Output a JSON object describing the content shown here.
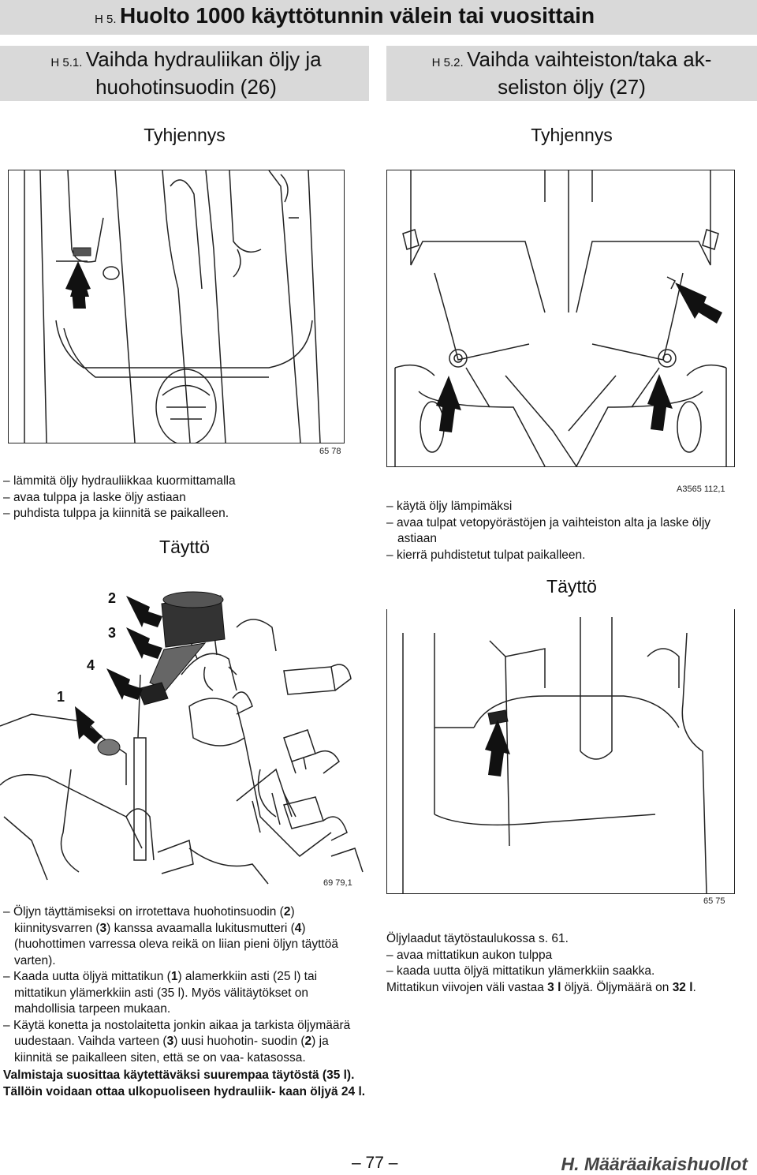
{
  "header": {
    "prefix": "H 5.",
    "title": "Huolto 1000 käyttötunnin välein tai vuosittain"
  },
  "left": {
    "prefix": "H 5.1.",
    "title_line1": "Vaihda hydrauliikan öljy ja",
    "title_line2": "huohotinsuodin (26)",
    "drain_heading": "Tyhjennys",
    "drain_fig_code": "65 78",
    "drain_steps": [
      "lämmitä öljy hydrauliikkaa kuormittamalla",
      "avaa tulppa ja laske öljy astiaan",
      "puhdista tulppa ja kiinnitä se paikalleen."
    ],
    "fill_heading": "Täyttö",
    "fill_callouts": [
      "2",
      "3",
      "4",
      "1"
    ],
    "fill_fig_code": "69 79,1",
    "fill_steps": [
      {
        "pre": "Öljyn täyttämiseksi on irrotettava huohotinsuodin (",
        "b1": "2",
        "mid1": ") kiinnitysvarren (",
        "b2": "3",
        "mid2": ") kanssa avaamalla lukitusmutteri (",
        "b3": "4",
        "post": ") (huohottimen varressa oleva reikä on liian pieni öljyn täyttöä varten)."
      },
      {
        "pre": "Kaada uutta öljyä mittatikun (",
        "b1": "1",
        "post": ") alamerkkiin asti (25 l) tai mittatikun ylämerkkiin asti (35 l). Myös välitäytökset on mahdollisia tarpeen mukaan."
      },
      {
        "pre": "Käytä konetta ja nostolaitetta jonkin aikaa ja tarkista öljymäärä uudestaan. Vaihda varteen (",
        "b1": "3",
        "mid1": ") uusi huohotin- suodin (",
        "b2": "2",
        "post": ") ja kiinnitä se paikalleen siten, että se on vaa- katasossa."
      }
    ],
    "recommendation": "Valmistaja suosittaa käytettäväksi suurempaa täytöstä (35 l). Tällöin voidaan ottaa ulkopuoliseen hydrauliik- kaan öljyä 24 l."
  },
  "right": {
    "prefix": "H 5.2.",
    "title_line1": "Vaihda vaihteiston/taka ak-",
    "title_line2": "seliston öljy (27)",
    "drain_heading": "Tyhjennys",
    "drain_fig_code": "A3565 112,1",
    "drain_steps": [
      "käytä öljy lämpimäksi",
      "avaa tulpat vetopyörästöjen ja vaihteiston alta ja laske öljy astiaan",
      "kierrä puhdistetut tulpat paikalleen."
    ],
    "fill_heading": "Täyttö",
    "fill_fig_code": "65 75",
    "oil_grades": "Öljylaadut täytöstaulukossa s. 61.",
    "fill_steps": [
      "avaa mittatikun aukon tulppa",
      "kaada uutta öljyä mittatikun ylämerkkiin saakka."
    ],
    "dipstick_pre": "Mittatikun viivojen väli vastaa ",
    "dipstick_b1": "3 l",
    "dipstick_mid": " öljyä. Öljymäärä on ",
    "dipstick_b2": "32 l",
    "dipstick_post": "."
  },
  "footer": {
    "page_number": "77",
    "section": "H. Määräaikaishuollot"
  }
}
